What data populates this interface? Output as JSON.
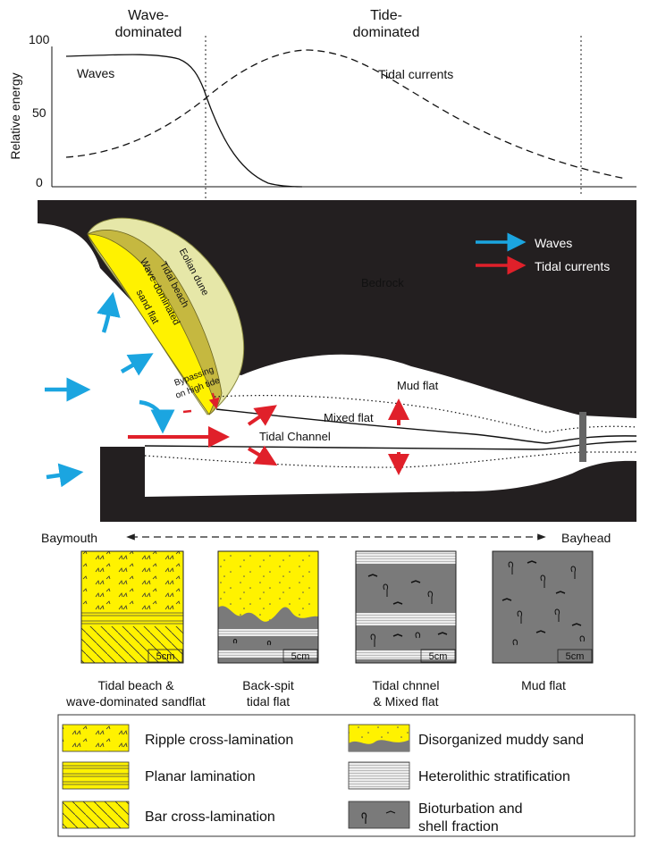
{
  "energy_chart": {
    "zones": {
      "wave": [
        "Wave-",
        "dominated"
      ],
      "tide": [
        "Tide-",
        "dominated"
      ]
    },
    "ylabel": "Relative energy",
    "ticks": [
      "100",
      "50",
      "0"
    ],
    "waves_label": "Waves",
    "tidal_label": "Tidal currents"
  },
  "map": {
    "legend": {
      "waves": "Waves",
      "tidal": "Tidal currents"
    },
    "bedrock": "Bedrock",
    "spit": {
      "eolian": "Eolian dune",
      "tidal_beach": "Tidal beach",
      "wave_sand": [
        "Wave-dominated",
        "sand flat"
      ],
      "bypass": [
        "Bypassing",
        "on high tide"
      ]
    },
    "mud_flat": "Mud flat",
    "mixed_flat": "Mixed flat",
    "channel": "Tidal Channel",
    "axis": {
      "left": "Baymouth",
      "right": "Bayhead"
    }
  },
  "sections": [
    {
      "caption": [
        "Tidal beach &",
        "wave-dominated sandflat"
      ],
      "scale": "5cm"
    },
    {
      "caption": [
        "Back-spit",
        "tidal flat"
      ],
      "scale": "5cm"
    },
    {
      "caption": [
        "Tidal chnnel",
        "& Mixed flat"
      ],
      "scale": "5cm"
    },
    {
      "caption": [
        "Mud flat"
      ],
      "scale": "5cm"
    }
  ],
  "legend": {
    "ripple": "Ripple cross-lamination",
    "planar": "Planar lamination",
    "bar": "Bar cross-lamination",
    "muddy": "Disorganized muddy sand",
    "hetero": "Heterolithic stratification",
    "bio": [
      "Bioturbation and",
      "shell fraction"
    ]
  },
  "colors": {
    "sand": "#fff200",
    "mud": "#7a7a7a",
    "bedrock": "#231f20",
    "wave_arrow": "#1ba5e0",
    "tidal_arrow": "#e0202a",
    "dune": "#e6e7a8"
  }
}
